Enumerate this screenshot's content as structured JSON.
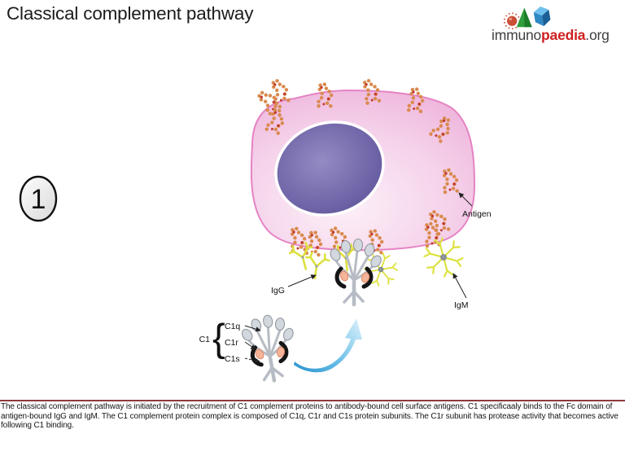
{
  "header": {
    "title": "Classical complement pathway",
    "logo": {
      "immuno": "immuno",
      "paedia": "paedia",
      "suffix": ".org"
    }
  },
  "step": {
    "number": "1"
  },
  "diagram": {
    "labels": {
      "antigen": "Antigen",
      "igg": "IgG",
      "igm": "IgM",
      "c1": "C1",
      "c1_brace": "{",
      "c1q": "C1q",
      "c1r": "C1r",
      "c1s": "C1s"
    }
  },
  "caption": "The classical complement pathway is initiated by the recruitment of C1 complement proteins to antibody-bound cell surface antigens. C1 specificaaly binds to the Fc domain of antigen-bound IgG and IgM. The C1 complement protein complex is composed of C1q, C1r and C1s protein subunits. The C1r subunit has protease activity that becomes active following C1 binding.",
  "colors": {
    "cell_fill_light": "#fcf0f8",
    "cell_fill_dark": "#edb0da",
    "cell_edge": "#e583c4",
    "nucleus_light": "#948bc4",
    "nucleus_dark": "#5b5098",
    "antigen_orange": "#d98a4e",
    "antigen_red": "#c23b2e",
    "antibody_yellow": "#dde23f",
    "c1_gray": "#d3d8df",
    "arrow_blue_dark": "#2a94cf",
    "arrow_blue_light": "#d9f0fb",
    "divider_red": "#8e3a3a",
    "logo_red": "#cf1f1f"
  }
}
